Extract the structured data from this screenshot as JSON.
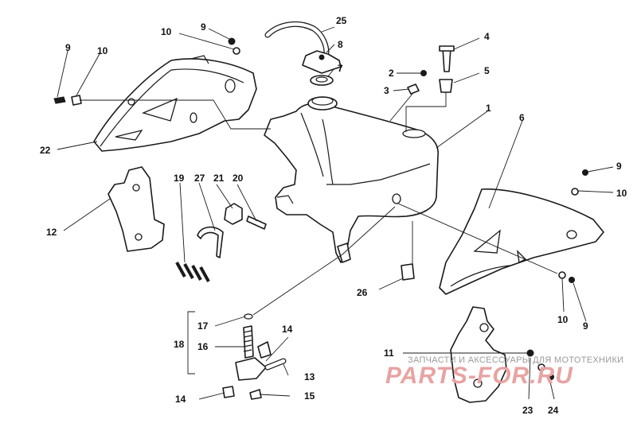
{
  "diagram": {
    "labels": [
      {
        "id": "l25",
        "text": "25"
      },
      {
        "id": "l8",
        "text": "8"
      },
      {
        "id": "l7",
        "text": "7"
      },
      {
        "id": "l9a",
        "text": "9"
      },
      {
        "id": "l10a",
        "text": "10"
      },
      {
        "id": "l9b",
        "text": "9"
      },
      {
        "id": "l10b",
        "text": "10"
      },
      {
        "id": "l22",
        "text": "22"
      },
      {
        "id": "l4",
        "text": "4"
      },
      {
        "id": "l2",
        "text": "2"
      },
      {
        "id": "l5",
        "text": "5"
      },
      {
        "id": "l3",
        "text": "3"
      },
      {
        "id": "l1",
        "text": "1"
      },
      {
        "id": "l6",
        "text": "6"
      },
      {
        "id": "l9c",
        "text": "9"
      },
      {
        "id": "l10c",
        "text": "10"
      },
      {
        "id": "l12",
        "text": "12"
      },
      {
        "id": "l19",
        "text": "19"
      },
      {
        "id": "l27",
        "text": "27"
      },
      {
        "id": "l21",
        "text": "21"
      },
      {
        "id": "l20",
        "text": "20"
      },
      {
        "id": "l26",
        "text": "26"
      },
      {
        "id": "l10d",
        "text": "10"
      },
      {
        "id": "l9d",
        "text": "9"
      },
      {
        "id": "l17",
        "text": "17"
      },
      {
        "id": "l18",
        "text": "18"
      },
      {
        "id": "l16",
        "text": "16"
      },
      {
        "id": "l14a",
        "text": "14"
      },
      {
        "id": "l13",
        "text": "13"
      },
      {
        "id": "l14b",
        "text": "14"
      },
      {
        "id": "l15",
        "text": "15"
      },
      {
        "id": "l11",
        "text": "11"
      },
      {
        "id": "l23",
        "text": "23"
      },
      {
        "id": "l24",
        "text": "24"
      }
    ]
  },
  "watermark": {
    "tagline": "ЗАПЧАСТИ И АКСЕССУАРЫ ДЛЯ МОТОТЕХНИКИ",
    "brand": "PARTS-FOR.RU"
  }
}
